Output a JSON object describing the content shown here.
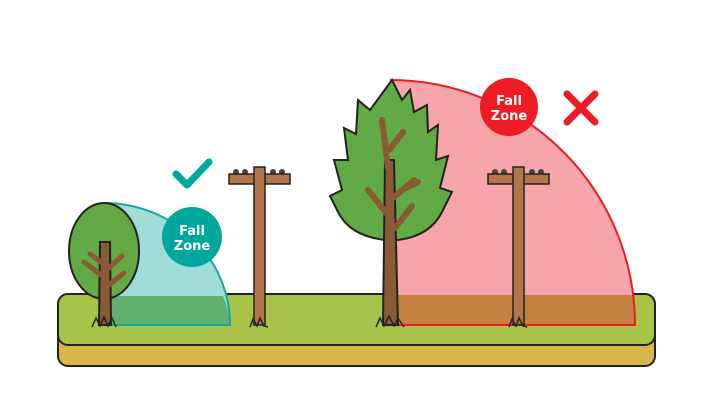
{
  "safe_zone": {
    "label_line1": "Fall",
    "label_line2": "Zone",
    "status_icon": "check-icon",
    "color": "#00a79d",
    "fill": "#a0dcd8"
  },
  "unsafe_zone": {
    "label_line1": "Fall",
    "label_line2": "Zone",
    "status_icon": "x-icon",
    "color": "#ed1c24",
    "fill": "#f6a5aa"
  },
  "colors": {
    "grass": "#a8c34a",
    "soil": "#d9b84a",
    "foliage": "#62aa45",
    "trunk": "#8a5a33",
    "pole": "#b07548"
  }
}
